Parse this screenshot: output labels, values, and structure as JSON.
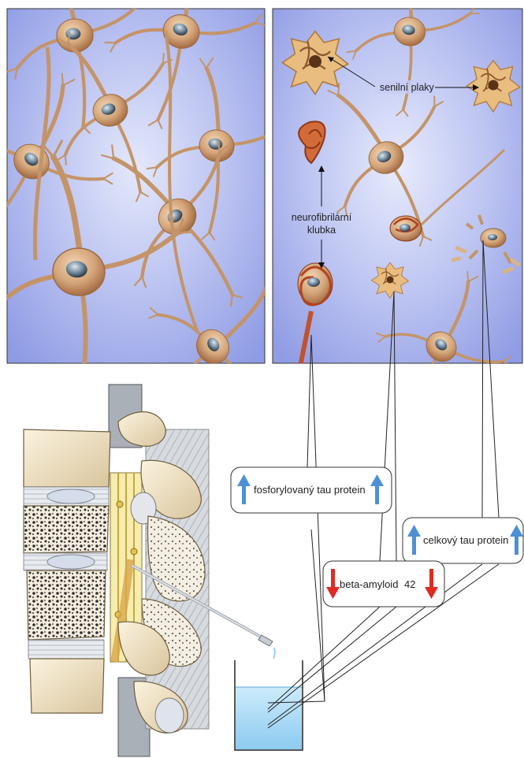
{
  "panels": {
    "left_title": "",
    "right_title": ""
  },
  "labels": {
    "plaques": "senilní plaky",
    "tangles_line1": "neurofibrilární",
    "tangles_line2": "klubka"
  },
  "markers": [
    {
      "label": "fosforylovaný tau protein",
      "direction": "up",
      "color": "#4d90d6"
    },
    {
      "label": "celkový tau protein",
      "direction": "up",
      "color": "#4d90d6"
    },
    {
      "label": "beta-amyloid",
      "value": "42",
      "direction": "down",
      "color": "#e02a22"
    }
  ],
  "colors": {
    "panel_bg": "#aab4ee",
    "neuron": "#caa07a",
    "tangle": "#c0532e",
    "plaque": "#e6b87a",
    "bone": "#efe3c6",
    "csf": "#a9d8f5"
  }
}
